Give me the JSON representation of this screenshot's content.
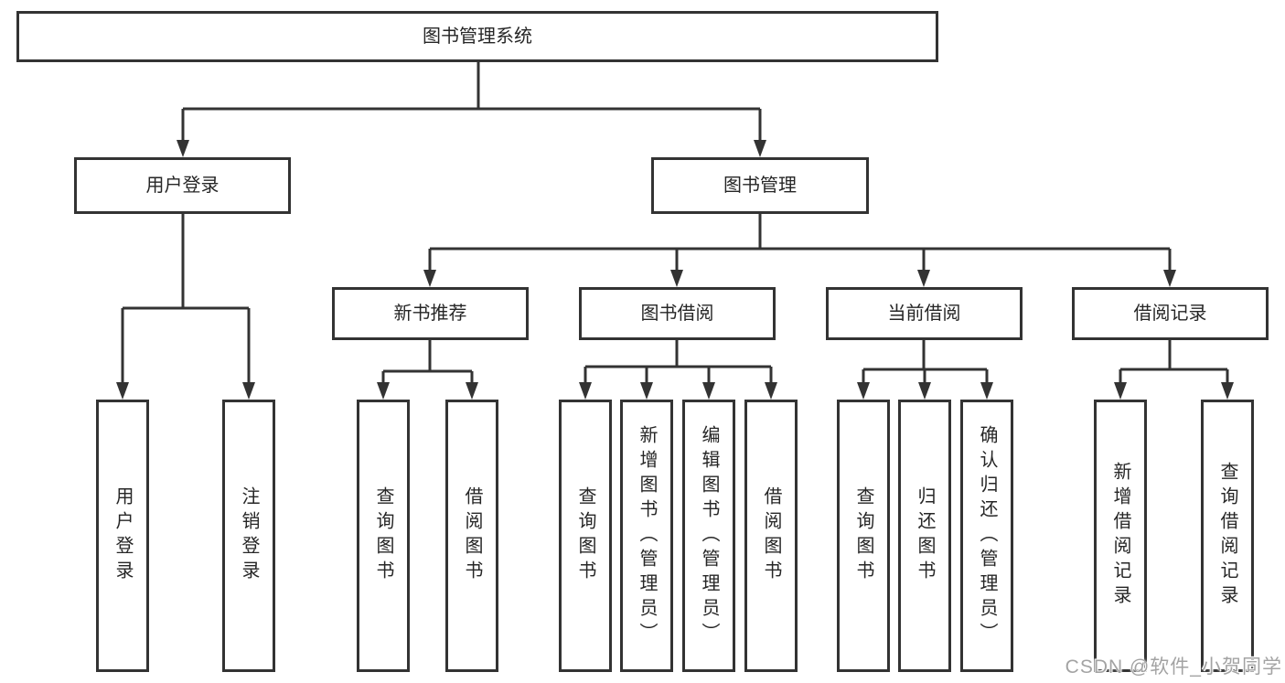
{
  "tree": {
    "root": "图书管理系统",
    "children": [
      {
        "label": "用户登录",
        "children": [
          "用户登录",
          "注销登录"
        ]
      },
      {
        "label": "图书管理",
        "children": [
          {
            "label": "新书推荐",
            "children": [
              "查询图书",
              "借阅图书"
            ]
          },
          {
            "label": "图书借阅",
            "children": [
              "查询图书",
              "新增图书（管理员）",
              "编辑图书（管理员）",
              "借阅图书"
            ]
          },
          {
            "label": "当前借阅",
            "children": [
              "查询图书",
              "归还图书",
              "确认归还（管理员）"
            ]
          },
          {
            "label": "借阅记录",
            "children": [
              "新增借阅记录",
              "查询借阅记录"
            ]
          }
        ]
      }
    ]
  },
  "watermark": {
    "text": "CSDN @软件_小贺同学",
    "color": "#a3a3a3"
  },
  "colors": {
    "line": "#333333",
    "box_border": "#333333",
    "box_fill": "#ffffff",
    "text": "#262626",
    "background": "#ffffff"
  }
}
